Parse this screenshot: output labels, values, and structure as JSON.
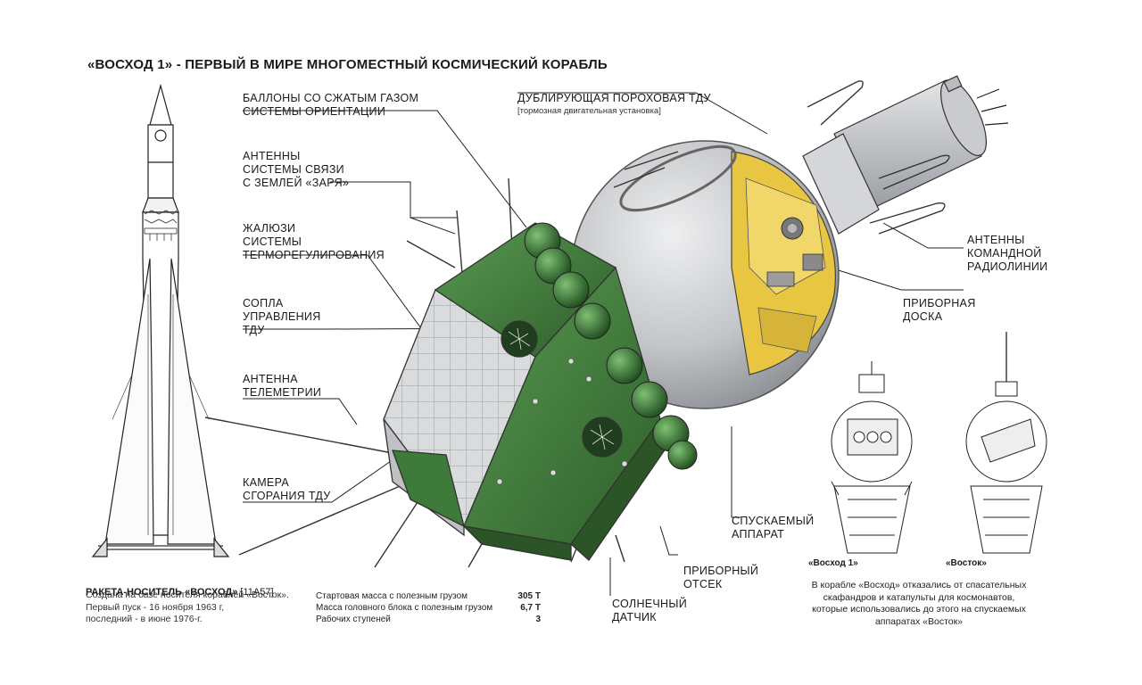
{
  "title": "«ВОСХОД 1» - ПЕРВЫЙ В МИРЕ МНОГОМЕСТНЫЙ КОСМИЧЕСКИЙ КОРАБЛЬ",
  "labels": {
    "gas_tanks": "БАЛЛОНЫ СО СЖАТЫМ ГАЗОМ\nСИСТЕМЫ ОРИЕНТАЦИИ",
    "backup_engine": "ДУБЛИРУЮЩАЯ ПОРОХОВАЯ ТДУ",
    "backup_engine_note": "[тормозная двигательная установка]",
    "zarya_antennas": "АНТЕННЫ\nСИСТЕМЫ СВЯЗИ\nС ЗЕМЛЕЙ «ЗАРЯ»",
    "louvers": "ЖАЛЮЗИ\nСИСТЕМЫ\nТЕРМОРЕГУЛИРОВАНИЯ",
    "nozzles": "СОПЛА\nУПРАВЛЕНИЯ\nТДУ",
    "telemetry": "АНТЕННА\nТЕЛЕМЕТРИИ",
    "chamber": "КАМЕРА\nСГОРАНИЯ ТДУ",
    "command_antennas": "АНТЕННЫ\nКОМАНДНОЙ\nРАДИОЛИНИИ",
    "panel": "ПРИБОРНАЯ\nДОСКА",
    "descent": "СПУСКАЕМЫЙ\nАППАРАТ",
    "instrument": "ПРИБОРНЫЙ\nОТСЕК",
    "sun_sensor": "СОЛНЕЧНЫЙ\nДАТЧИК"
  },
  "rocket": {
    "title": "РАКЕТА-НОСИТЕЛЬ «ВОСХОД»",
    "index": " [11А57]",
    "description": "Создана на базе носителя кораблей «Восток».\nПервый пуск - 16 ноября 1963 г,\nпоследний - в июне 1976-г."
  },
  "specs": [
    {
      "label": "Стартовая масса с полезным грузом",
      "value": "305 Т"
    },
    {
      "label": "Масса головного блока с полезным грузом",
      "value": "6,7 Т"
    },
    {
      "label": "Рабочих ступеней",
      "value": "3"
    }
  ],
  "comparison": {
    "voskhod_caption": "«Восход 1»",
    "vostok_caption": "«Восток»",
    "note": "В корабле «Восход» отказались от спасательных\nскафандров и катапульты для космонавтов,\nкоторые использовались до этого на спускаемых\nаппаратах  «Восток»"
  },
  "colors": {
    "module_green": "#3e7a3a",
    "sphere_silver": "#c4c6c9",
    "interior_yellow": "#e8c642",
    "line": "#222222"
  }
}
